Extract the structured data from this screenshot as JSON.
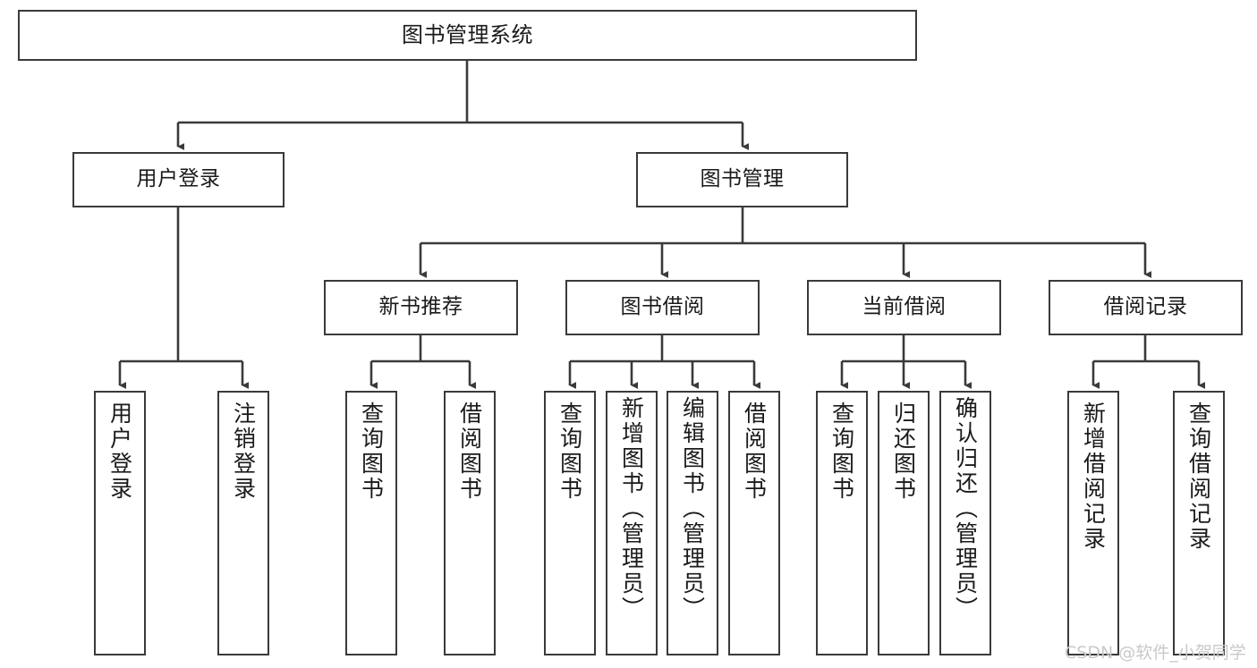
{
  "title": "图书管理系统",
  "watermark": "CSDN @软件_小贺同学",
  "style": {
    "stroke": "#3a3a3a",
    "background": "#ffffff",
    "text": "#1a1a1a",
    "watermark_color": "#c9c9c9"
  },
  "nodes": {
    "root": {
      "label": "图书管理系统"
    },
    "level1": [
      {
        "label": "用户登录"
      },
      {
        "label": "图书管理"
      }
    ],
    "level2": [
      {
        "label": "新书推荐"
      },
      {
        "label": "图书借阅"
      },
      {
        "label": "当前借阅"
      },
      {
        "label": "借阅记录"
      }
    ],
    "leaves": {
      "user_login": [
        {
          "label": "用户登录"
        },
        {
          "label": "注销登录"
        }
      ],
      "new_book_recommend": [
        {
          "label": "查询图书"
        },
        {
          "label": "借阅图书"
        }
      ],
      "book_borrow": [
        {
          "label": "查询图书"
        },
        {
          "label": "新增图书（管理员）"
        },
        {
          "label": "编辑图书（管理员）"
        },
        {
          "label": "借阅图书"
        }
      ],
      "current_borrow": [
        {
          "label": "查询图书"
        },
        {
          "label": "归还图书"
        },
        {
          "label": "确认归还（管理员）"
        }
      ],
      "borrow_record": [
        {
          "label": "新增借阅记录"
        },
        {
          "label": "查询借阅记录"
        }
      ]
    }
  }
}
